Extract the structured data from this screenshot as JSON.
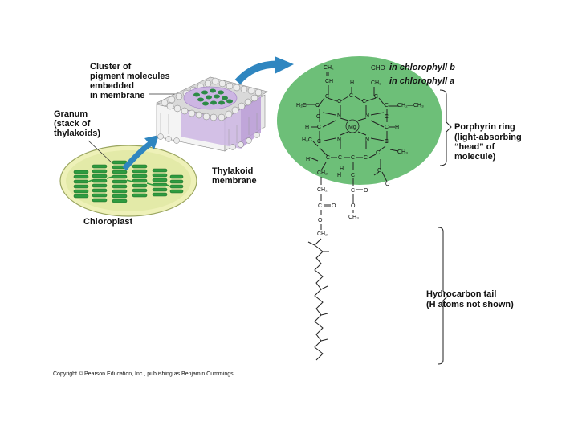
{
  "labels": {
    "cluster": "Cluster of\npigment molecules\nembedded\nin membrane",
    "granum": "Granum\n(stack of\nthylakoids)",
    "thylakoid_membrane": "Thylakoid\nmembrane",
    "chloroplast": "Chloroplast",
    "porphyrin_title": "Porphyrin ring",
    "porphyrin_desc": "(light-absorbing\n“head” of\nmolecule)",
    "tail_title": "Hydrocarbon tail",
    "tail_desc": "(H atoms not shown)",
    "chl_b_group": "CHO",
    "chl_b_text": "in chlorophyll b",
    "chl_a_group": "CH₃",
    "chl_a_text": "in chlorophyll a",
    "copyright": "Copyright © Pearson Education, Inc., publishing as Benjamin Cummings."
  },
  "atoms": {
    "ch2_top": "CH₂",
    "ch": "CH",
    "h3c": "H₃C",
    "ch2ch3": "CH₂—CH₃",
    "h3c_left": "H₃C",
    "ch3_right": "CH₃",
    "mg": "Mg",
    "n": "N",
    "c": "C",
    "h": "H",
    "o": "O",
    "ch2": "CH₂",
    "ch3": "CH₃"
  },
  "colors": {
    "porphyrin_bg": "#6dbf78",
    "chloroplast_green": "#3aa64a",
    "arrow_blue": "#2f86c0",
    "membrane_purple": "#cdb6e3"
  }
}
